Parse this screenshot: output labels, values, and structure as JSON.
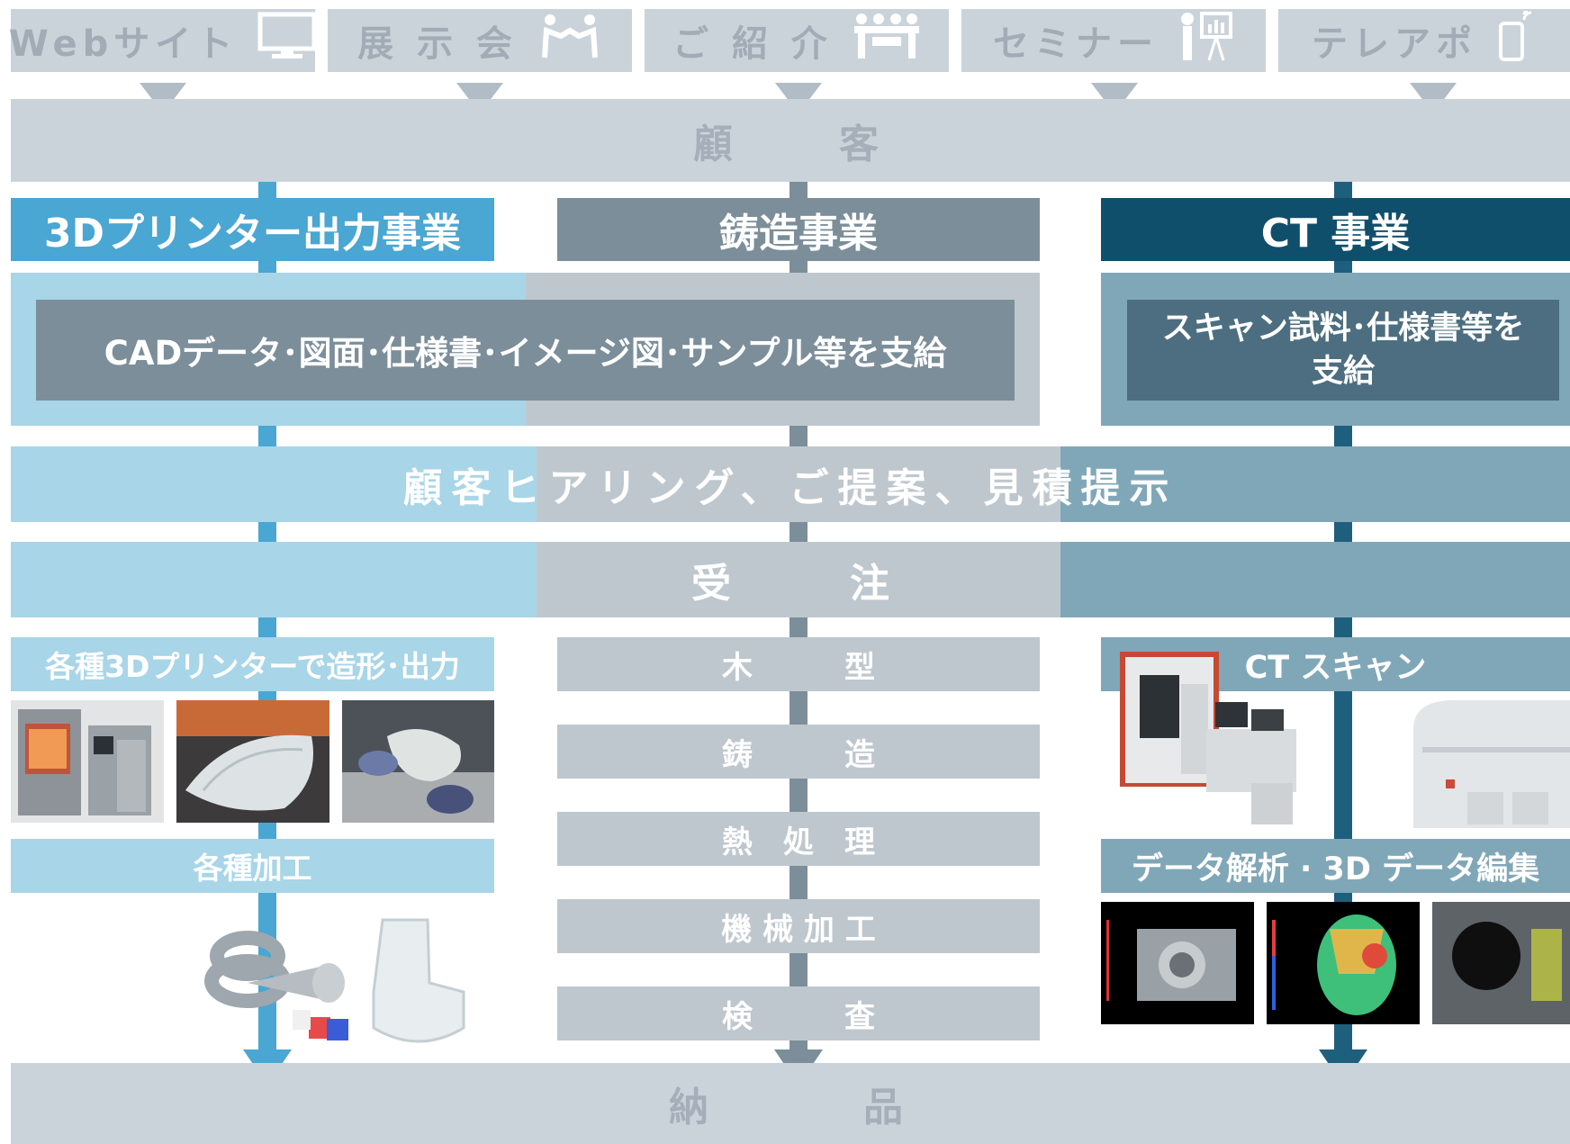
{
  "sources": [
    {
      "label": "Webサイト",
      "icon": "monitor-icon"
    },
    {
      "label": "展 示 会",
      "icon": "handshake-icon"
    },
    {
      "label": "ご 紹 介",
      "icon": "meeting-icon"
    },
    {
      "label": "セミナー",
      "icon": "presentation-icon"
    },
    {
      "label": "テレアポ",
      "icon": "phone-icon"
    }
  ],
  "customer": "顧　　客",
  "divisions": {
    "printing": "3Dプリンター出力事業",
    "casting": "鋳造事業",
    "ct": "CT 事業"
  },
  "supply": {
    "left": "CADデータ･図面･仕様書･イメージ図･サンプル等を支給",
    "right_line1": "スキャン試料･仕様書等を",
    "right_line2": "支給"
  },
  "hearing": "顧客ヒアリング、ご提案、見積提示",
  "order": "受　　　注",
  "printing_steps": {
    "output": "各種3Dプリンターで造形･出力",
    "processing": "各種加工"
  },
  "casting_steps": [
    "木　　　型",
    "鋳　　　造",
    "熱　処　理",
    "機 械 加 工",
    "検　　　査"
  ],
  "ct_steps": {
    "scan": "CT スキャン",
    "analysis": "データ解析 · 3D データ編集"
  },
  "delivery": "納　　　品",
  "colors": {
    "printing_accent": "#4aa6d2",
    "printing_light": "#a8d5e8",
    "casting_accent": "#7b8e9a",
    "casting_light": "#bfc7ce",
    "ct_accent": "#0f4f6c",
    "ct_light": "#80a7b8",
    "band_gray": "#cbd3da"
  }
}
